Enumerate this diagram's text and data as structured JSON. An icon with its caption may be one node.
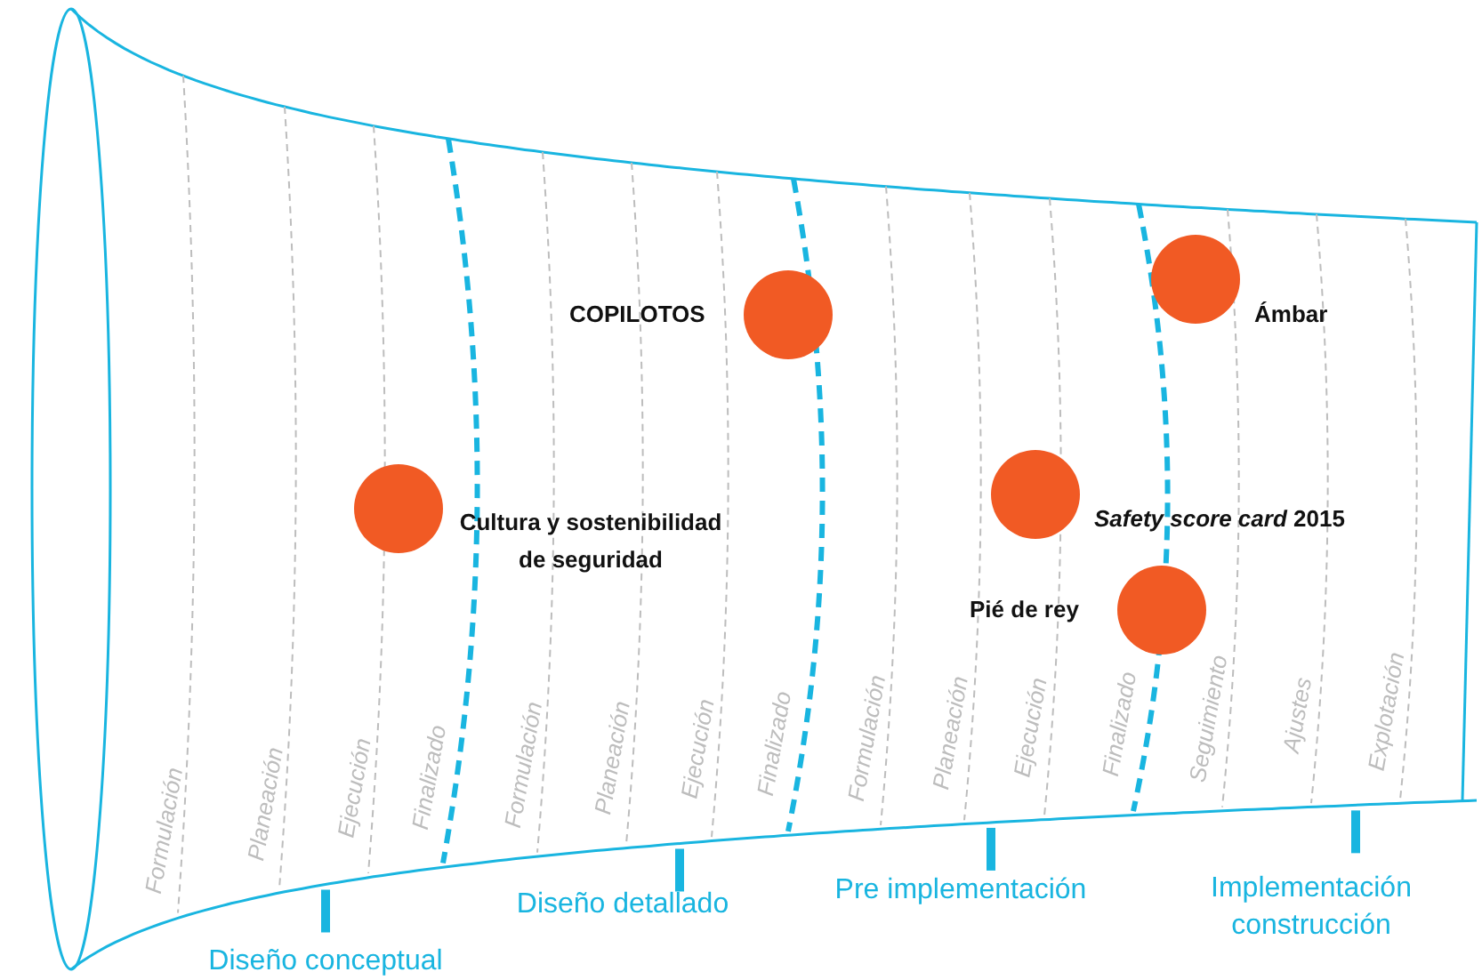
{
  "diagram": {
    "nodes": [
      {
        "text": [
          "Cultura y sostenibilidad de seguridad"
        ]
      },
      {
        "text": [
          "COPILOTOS"
        ]
      },
      {
        "text": [
          "*Safety score card* 2015"
        ]
      },
      {
        "text": [
          "Ámbar"
        ]
      },
      {
        "text": [
          "Pié de rey"
        ]
      }
    ],
    "edges": [],
    "labels": [
      "Formulación",
      "Planeación",
      "Ejecución",
      "Finalizado",
      "Formulación",
      "Planeación",
      "Ejecución",
      "Finalizado",
      "Formulación",
      "Planeación",
      "Ejecución",
      "Finalizado",
      "Seguimiento",
      "Ajustes",
      "Explotación",
      "Diseño conceptual",
      "Diseño detallado",
      "Pre implementación",
      "Implementación construcción"
    ]
  }
}
